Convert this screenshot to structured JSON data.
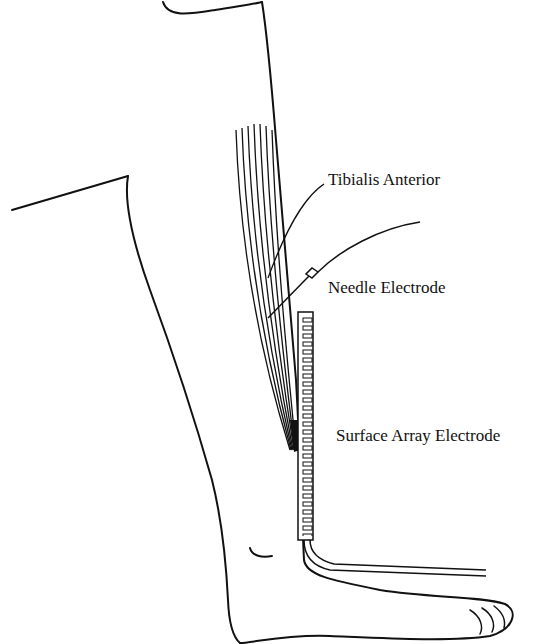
{
  "diagram": {
    "labels": [
      "Tibialis Anterior",
      "Needle Electrode",
      "Surface Array Electrode"
    ]
  }
}
